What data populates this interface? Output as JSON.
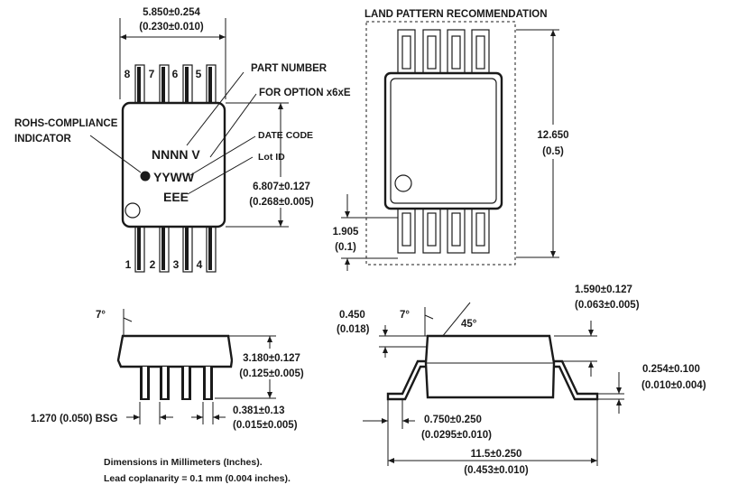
{
  "top_view": {
    "width_mm": "5.850±0.254",
    "width_in": "(0.230±0.010)",
    "pins_top": [
      "8",
      "7",
      "6",
      "5"
    ],
    "pins_bottom": [
      "1",
      "2",
      "3",
      "4"
    ],
    "marking_line1": "NNNN V",
    "marking_line2": "YYWW",
    "marking_line3": "EEE",
    "callout_part_number": "PART NUMBER",
    "callout_option": "FOR OPTION x6xE",
    "callout_date_code": "DATE CODE",
    "callout_lot_id": "Lot ID",
    "callout_rohs_line1": "ROHS-COMPLIANCE",
    "callout_rohs_line2": "INDICATOR",
    "height_mm": "6.807±0.127",
    "height_in": "(0.268±0.005)"
  },
  "land_pattern": {
    "title": "LAND PATTERN RECOMMENDATION",
    "total_mm": "12.650",
    "total_in": "(0.5)",
    "pitch_mm": "1.905",
    "pitch_in": "(0.1)"
  },
  "side_view": {
    "angle": "7°",
    "height_mm": "3.180±0.127",
    "height_in": "(0.125±0.005)",
    "pitch": "1.270 (0.050) BSG",
    "lead_width_mm": "0.381±0.13",
    "lead_width_in": "(0.015±0.005)"
  },
  "end_view": {
    "chamfer_mm": "0.450",
    "chamfer_in": "(0.018)",
    "angle_7": "7°",
    "angle_45": "45°",
    "top_mm": "1.590±0.127",
    "top_in": "(0.063±0.005)",
    "lead_thk_mm": "0.254±0.100",
    "lead_thk_in": "(0.010±0.004)",
    "foot_mm": "0.750±0.250",
    "foot_in": "(0.0295±0.010)",
    "overall_mm": "11.5±0.250",
    "overall_in": "(0.453±0.010)"
  },
  "notes": {
    "line1": "Dimensions in Millimeters (Inches).",
    "line2": "Lead coplanarity = 0.1 mm (0.004 inches)."
  }
}
